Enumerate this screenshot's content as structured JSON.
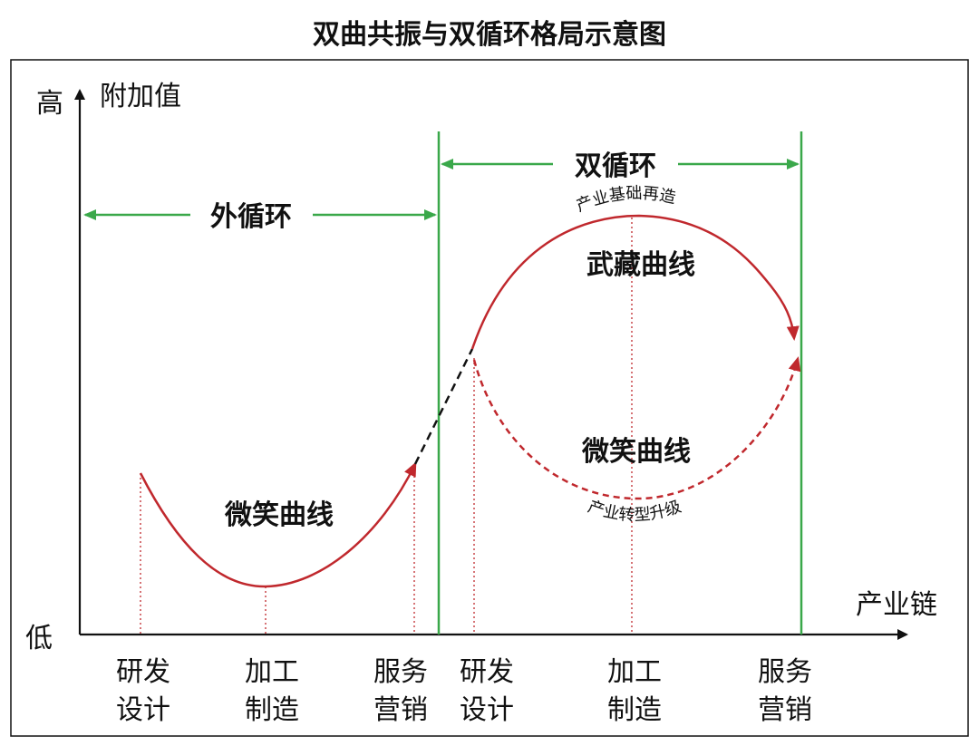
{
  "title": "双曲共振与双循环格局示意图",
  "axes": {
    "y_label": "附加值",
    "y_high": "高",
    "y_low": "低",
    "x_label": "产业链"
  },
  "regions": {
    "outer": "外循环",
    "dual": "双循环"
  },
  "curves": {
    "smile_left": "微笑曲线",
    "musashi": "武藏曲线",
    "smile_right": "微笑曲线"
  },
  "annotations": {
    "rebuild": "产业基础再造",
    "upgrade": "产业转型升级"
  },
  "stages": [
    {
      "line1": "研发",
      "line2": "设计"
    },
    {
      "line1": "加工",
      "line2": "制造"
    },
    {
      "line1": "服务",
      "line2": "营销"
    },
    {
      "line1": "研发",
      "line2": "设计"
    },
    {
      "line1": "加工",
      "line2": "制造"
    },
    {
      "line1": "服务",
      "line2": "营销"
    }
  ],
  "colors": {
    "green": "#3aa84a",
    "red": "#c0282d",
    "black": "#111111"
  }
}
